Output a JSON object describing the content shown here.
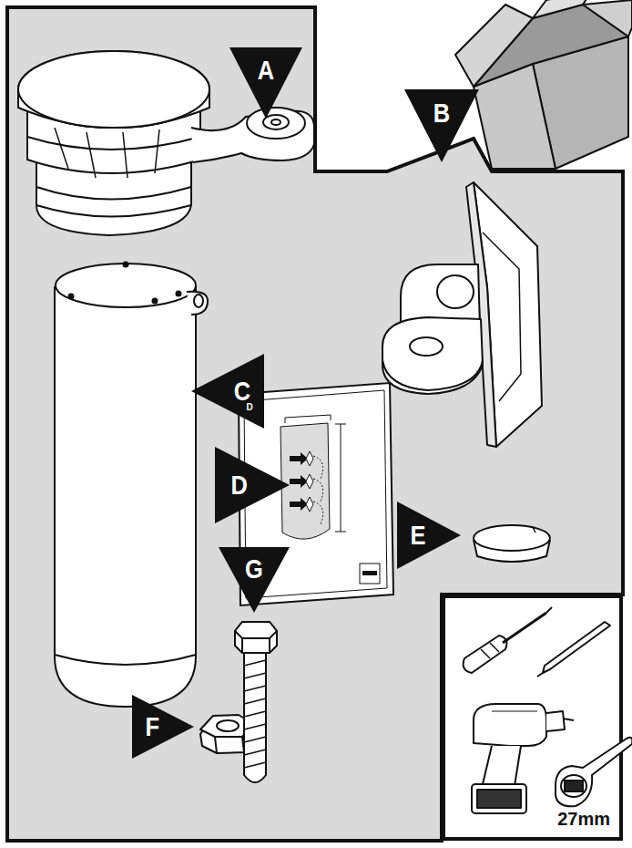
{
  "diagram": {
    "nodes": [
      {
        "text": [
          "A"
        ]
      },
      {
        "text": [
          "B"
        ]
      },
      {
        "text": [
          "C"
        ]
      },
      {
        "text": [
          "D"
        ]
      },
      {
        "text": [
          "E"
        ]
      },
      {
        "text": [
          "G"
        ]
      },
      {
        "text": [
          "F"
        ]
      },
      {
        "text": [
          "27mm"
        ]
      }
    ],
    "labels": [
      "D"
    ]
  }
}
